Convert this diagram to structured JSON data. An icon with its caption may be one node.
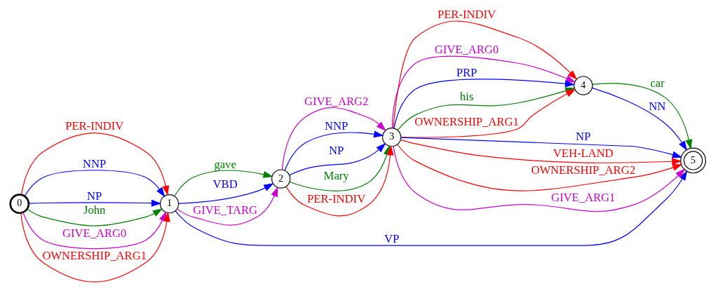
{
  "diagram": {
    "nodes": [
      {
        "text": [
          "0"
        ]
      },
      {
        "text": [
          "1"
        ]
      },
      {
        "text": [
          "2"
        ]
      },
      {
        "text": [
          "3"
        ]
      },
      {
        "text": [
          "4"
        ]
      },
      {
        "text": [
          "5"
        ]
      }
    ],
    "edges": [
      {
        "from": 0,
        "to": 1,
        "arrow": "to",
        "label": "PER-INDIV",
        "color": "#ff0000"
      },
      {
        "from": 0,
        "to": 1,
        "arrow": "to",
        "label": "NNP",
        "color": "#0000ff"
      },
      {
        "from": 0,
        "to": 1,
        "arrow": "to",
        "label": "NP",
        "color": "#0000ff"
      },
      {
        "from": 0,
        "to": 1,
        "arrow": "to",
        "label": "John",
        "color": "#008000"
      },
      {
        "from": 0,
        "to": 1,
        "arrow": "to",
        "label": "GIVE_ARG0",
        "color": "#cc00cc"
      },
      {
        "from": 0,
        "to": 1,
        "arrow": "to",
        "label": "OWNERSHIP_ARG1",
        "color": "#ff0000"
      },
      {
        "from": 1,
        "to": 5,
        "arrow": "to",
        "label": "VP",
        "color": "#0000ff"
      },
      {
        "from": 1,
        "to": 2,
        "arrow": "to",
        "label": "gave",
        "color": "#008000"
      },
      {
        "from": 1,
        "to": 2,
        "arrow": "to",
        "label": "VBD",
        "color": "#0000ff"
      },
      {
        "from": 1,
        "to": 2,
        "arrow": "to",
        "label": "GIVE_TARG",
        "color": "#cc00cc"
      },
      {
        "from": 2,
        "to": 3,
        "arrow": "to",
        "label": "GIVE_ARG2",
        "color": "#cc00cc"
      },
      {
        "from": 2,
        "to": 3,
        "arrow": "to",
        "label": "NNP",
        "color": "#0000ff"
      },
      {
        "from": 2,
        "to": 3,
        "arrow": "to",
        "label": "NP",
        "color": "#0000ff"
      },
      {
        "from": 2,
        "to": 3,
        "arrow": "to",
        "label": "Mary",
        "color": "#008000"
      },
      {
        "from": 2,
        "to": 3,
        "arrow": "to",
        "label": "PER-INDIV",
        "color": "#ff0000"
      },
      {
        "from": 3,
        "to": 5,
        "arrow": "to",
        "label": "NP",
        "color": "#0000ff"
      },
      {
        "from": 3,
        "to": 5,
        "arrow": "to",
        "label": "VEH-LAND",
        "color": "#ff0000"
      },
      {
        "from": 3,
        "to": 5,
        "arrow": "to",
        "label": "OWNERSHIP_ARG2",
        "color": "#ff0000"
      },
      {
        "from": 3,
        "to": 5,
        "arrow": "to",
        "label": "GIVE_ARG1",
        "color": "#cc00cc"
      },
      {
        "from": 3,
        "to": 4,
        "arrow": "to",
        "label": "PER-INDIV",
        "color": "#ff0000"
      },
      {
        "from": 3,
        "to": 4,
        "arrow": "to",
        "label": "GIVE_ARG0",
        "color": "#cc00cc"
      },
      {
        "from": 3,
        "to": 4,
        "arrow": "to",
        "label": "PRP",
        "color": "#0000ff"
      },
      {
        "from": 3,
        "to": 4,
        "arrow": "to",
        "label": "his",
        "color": "#008000"
      },
      {
        "from": 3,
        "to": 4,
        "arrow": "to",
        "label": "OWNERSHIP_ARG1",
        "color": "#ff0000"
      },
      {
        "from": 4,
        "to": 5,
        "arrow": "to",
        "label": "car",
        "color": "#008000"
      },
      {
        "from": 4,
        "to": 5,
        "arrow": "to",
        "label": "NN",
        "color": "#0000ff"
      }
    ]
  }
}
